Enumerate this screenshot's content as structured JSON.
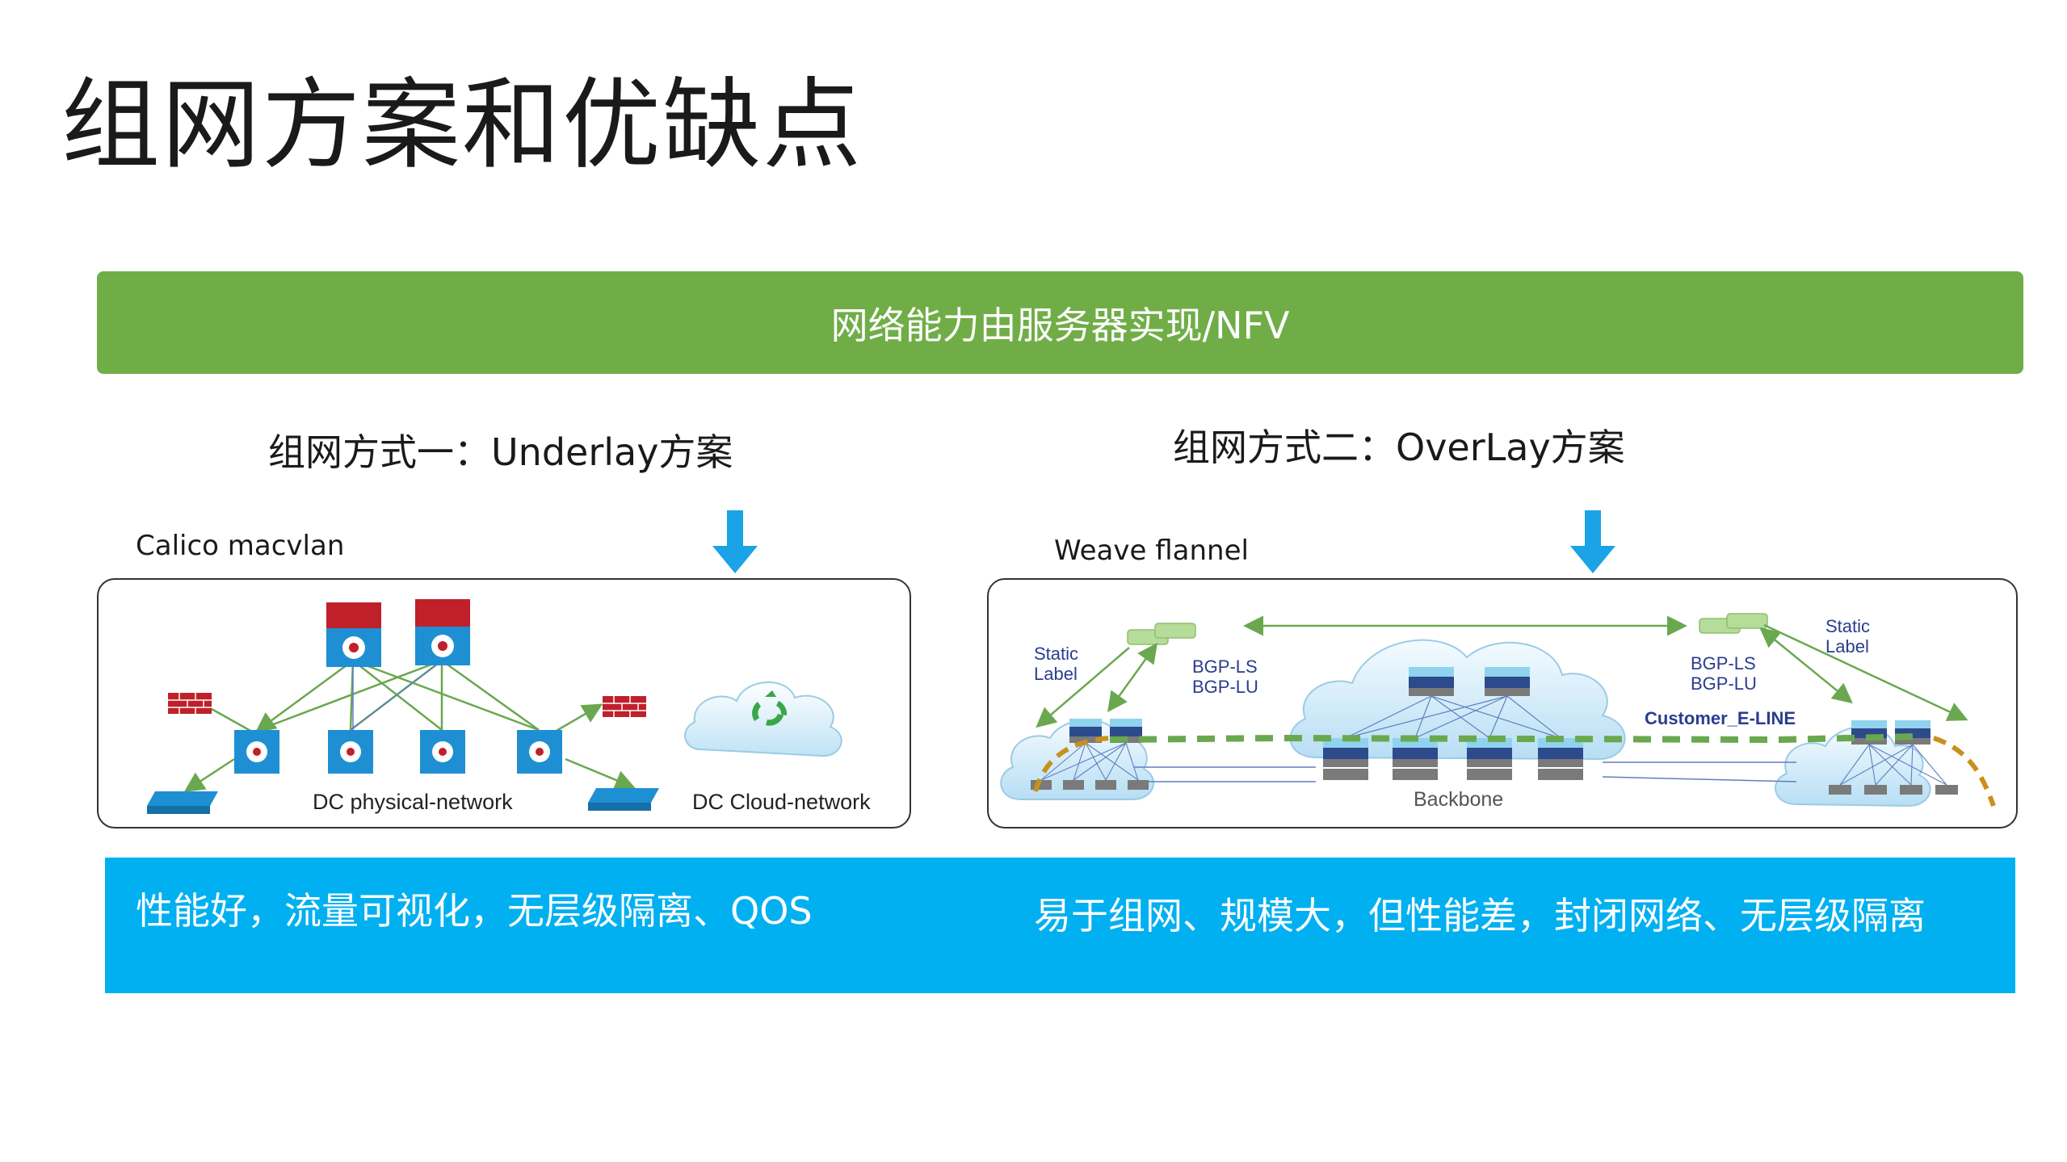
{
  "title": "组网方案和优缺点",
  "banner": {
    "text": "网络能力由服务器实现/NFV"
  },
  "left": {
    "heading": "组网方式一：Underlay方案",
    "tags": "Calico  macvlan",
    "diagram": {
      "physical_label": "DC physical-network",
      "cloud_label": "DC Cloud-network"
    },
    "pros_cons": "性能好，流量可视化，无层级隔离、QOS"
  },
  "right": {
    "heading": "组网方式二：OverLay方案",
    "tags": "Weave  flannel",
    "diagram": {
      "static_label_left": [
        "Static",
        "Label"
      ],
      "static_label_right": [
        "Static",
        "Label"
      ],
      "bgp_left": [
        "BGP-LS",
        "BGP-LU"
      ],
      "bgp_right": [
        "BGP-LS",
        "BGP-LU"
      ],
      "customer_label": "Customer_E-LINE",
      "backbone_label": "Backbone"
    },
    "pros_cons": "易于组网、规模大，但性能差，封闭网络、无层级隔离"
  },
  "colors": {
    "banner_green": "#70ad47",
    "bottom_blue": "#00b0f0",
    "arrow_blue": "#1aa3e6",
    "link_green": "#6aa84f",
    "router_blue": "#1f8fd3",
    "firewall_red": "#c0202a",
    "overlay_orange": "#c8901e"
  }
}
